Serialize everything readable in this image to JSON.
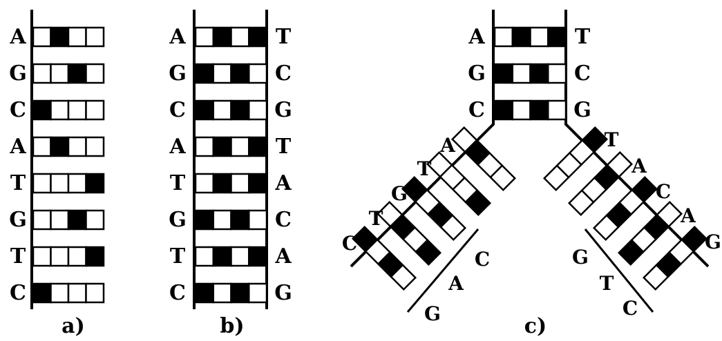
{
  "colors": {
    "ink": "#000000",
    "paper": "#ffffff"
  },
  "panels": {
    "a": {
      "caption": "a)",
      "left_bases": [
        "A",
        "G",
        "C",
        "A",
        "T",
        "G",
        "T",
        "C"
      ]
    },
    "b": {
      "caption": "b)",
      "left_bases": [
        "A",
        "G",
        "C",
        "A",
        "T",
        "G",
        "T",
        "C"
      ],
      "right_bases": [
        "T",
        "C",
        "G",
        "T",
        "A",
        "C",
        "A",
        "G"
      ]
    },
    "c": {
      "caption": "c)",
      "top_left_bases": [
        "A",
        "G",
        "C"
      ],
      "top_right_bases": [
        "T",
        "C",
        "G"
      ],
      "left_fork_outer_bases": [
        "A",
        "T",
        "G",
        "T",
        "C"
      ],
      "left_fork_inner_bases": [
        "C",
        "A",
        "G"
      ],
      "right_fork_outer_bases": [
        "T",
        "A",
        "C",
        "A",
        "G"
      ],
      "right_fork_inner_bases": [
        "G",
        "T",
        "C"
      ]
    }
  }
}
